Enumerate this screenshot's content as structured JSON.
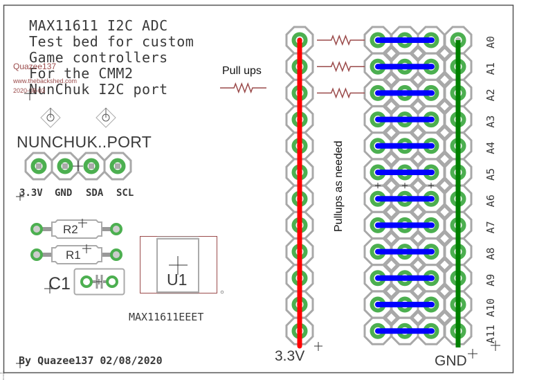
{
  "board": {
    "title_lines": [
      "MAX11611 I2C ADC",
      "Test bed for custom",
      "Game controllers",
      "For the CMM2",
      "NunChuk I2C port"
    ],
    "watermark": {
      "author": "Quazee137",
      "site": "www.thebackshed.com",
      "date": "2020-08-03"
    },
    "nunchuk": {
      "label": "NUNCHUK..PORT",
      "pins": [
        "3.3V",
        "GND",
        "SDA",
        "SCL"
      ]
    },
    "components": {
      "r2": "R2",
      "r1": "R1",
      "c1": "C1",
      "u1": "U1",
      "u1_value": "MAX11611EEET"
    },
    "pullups": {
      "legend": "Pull ups",
      "note": "Pullups as needed",
      "count": 3
    },
    "rails": {
      "power_label": "3.3V",
      "ground_label": "GND",
      "power_color": "#ff0000",
      "ground_color": "#008000",
      "signal_color": "#0000ff"
    },
    "channels": [
      "A0",
      "A1",
      "A2",
      "A3",
      "A4",
      "A5",
      "A6",
      "A7",
      "A8",
      "A9",
      "A10",
      "A11"
    ],
    "credit": "By Quazee137 02/08/2020",
    "colors": {
      "pad": "#4caf50",
      "silk": "#a8a8a8",
      "resistor_symbol": "#9a4a4a",
      "outline": "#555555"
    }
  }
}
